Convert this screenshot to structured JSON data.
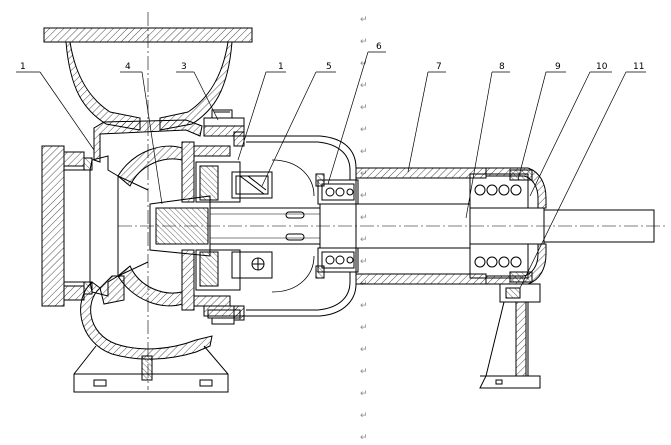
{
  "callouts": {
    "c1_left": "1",
    "c4": "4",
    "c3": "3",
    "c1_mid": "1",
    "c5": "5",
    "c6": "6",
    "c7": "7",
    "c8": "8",
    "c9": "9",
    "c10": "10",
    "c11": "11"
  },
  "paragraph_mark": "↵",
  "colors": {
    "line": "#000000",
    "hatch": "#000000",
    "centerline": "#000000",
    "paragraph_marks": "#8a8a8a",
    "background": "#ffffff"
  }
}
